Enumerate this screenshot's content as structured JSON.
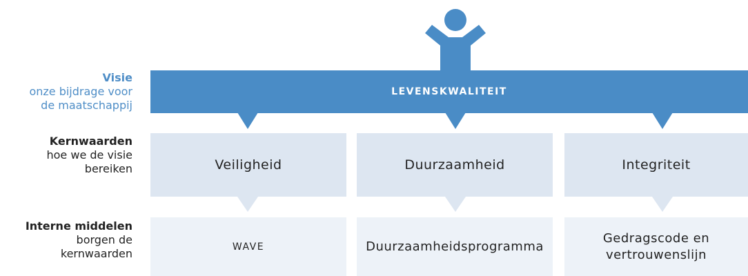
{
  "labels": {
    "visie": {
      "title": "Visie",
      "line1": "onze bijdrage voor",
      "line2": "de maatschappij"
    },
    "kernwaarden": {
      "title": "Kernwaarden",
      "line1": "hoe we de visie",
      "line2": "bereiken"
    },
    "middelen": {
      "title": "Interne middelen",
      "line1": "borgen de",
      "line2": "kernwaarden"
    }
  },
  "banner": {
    "text": "LEVENSKWALITEIT"
  },
  "values": [
    "Veiligheid",
    "Duurzaamheid",
    "Integriteit"
  ],
  "means": [
    {
      "line1": "WAVE",
      "line2": ""
    },
    {
      "line1": "Duurzaamheidsprogramma",
      "line2": ""
    },
    {
      "line1": "Gedragscode en",
      "line2": "vertrouwenslijn"
    }
  ],
  "colors": {
    "primary": "#4a8cc6",
    "value_box": "#dde6f1",
    "means_box": "#edf2f8",
    "visie_text": "#4f8ec7"
  },
  "icons": {
    "top": "person-arms-raised-icon"
  }
}
